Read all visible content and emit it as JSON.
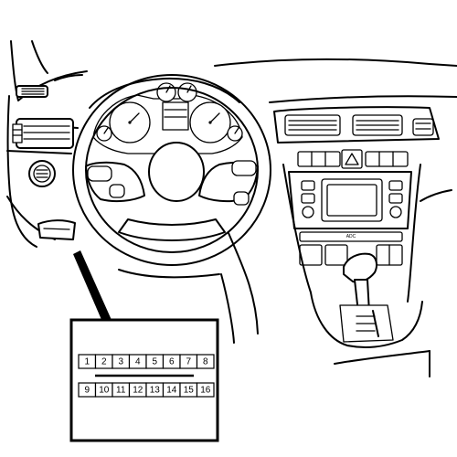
{
  "connector": {
    "top_row": [
      {
        "pin": "1"
      },
      {
        "pin": "2"
      },
      {
        "pin": "3"
      },
      {
        "pin": "4"
      },
      {
        "pin": "5"
      },
      {
        "pin": "6"
      },
      {
        "pin": "7"
      },
      {
        "pin": "8"
      }
    ],
    "bottom_row": [
      {
        "pin": "9"
      },
      {
        "pin": "10"
      },
      {
        "pin": "11"
      },
      {
        "pin": "12"
      },
      {
        "pin": "13"
      },
      {
        "pin": "14"
      },
      {
        "pin": "15"
      },
      {
        "pin": "16"
      }
    ]
  },
  "console": {
    "button_label": "ADC"
  }
}
